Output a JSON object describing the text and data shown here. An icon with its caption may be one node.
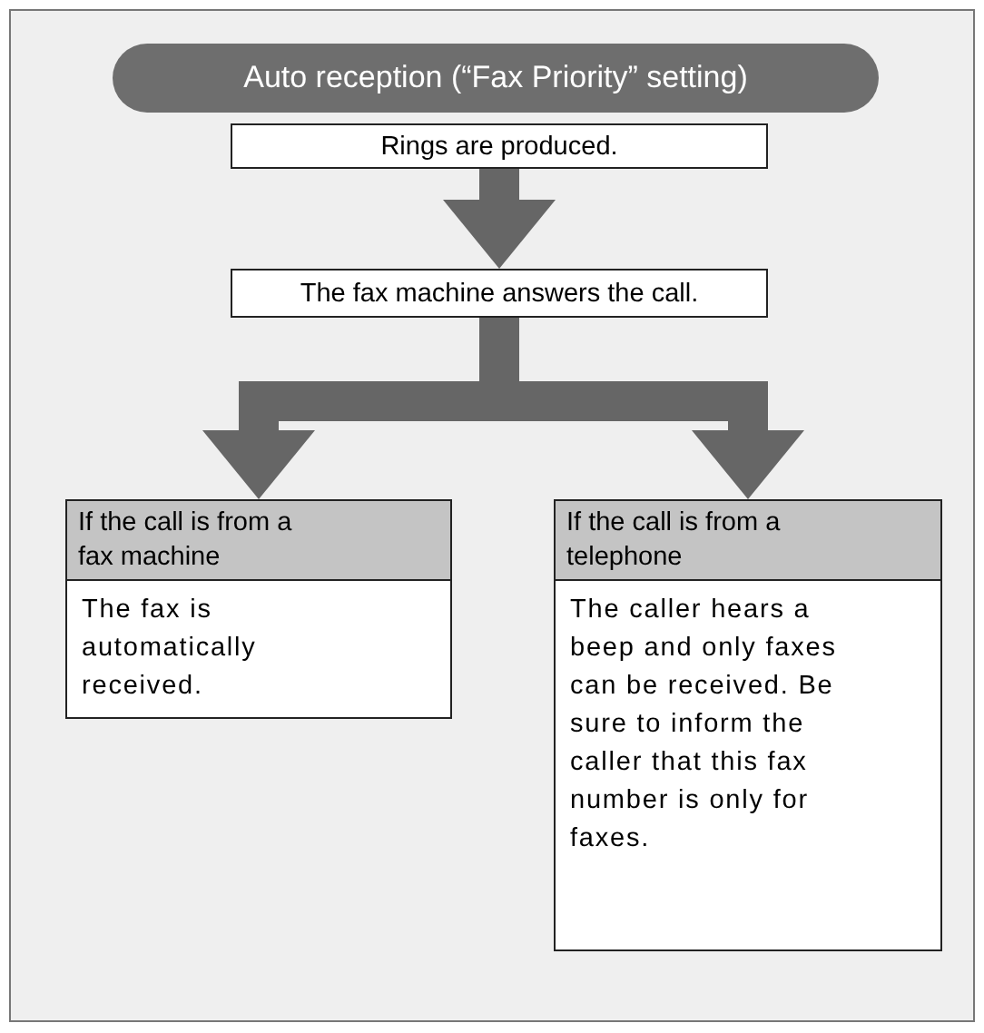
{
  "diagram": {
    "nodes": [
      {
        "text": [
          "Auto reception (“Fax Priority” setting)"
        ]
      },
      {
        "text": [
          "Rings are produced."
        ]
      },
      {
        "text": [
          "The fax machine answers the call."
        ]
      },
      {
        "text": [
          "If the call is from a fax machine"
        ]
      },
      {
        "text": [
          "The fax is automatically received."
        ]
      },
      {
        "text": [
          "If the call is from a telephone"
        ]
      },
      {
        "text": [
          "The caller hears a beep and only faxes can be received. Be sure to inform the caller that this fax number is only for faxes."
        ]
      }
    ],
    "edges": [
      {
        "from": 1,
        "to": 2,
        "arrow": "to"
      },
      {
        "from": 2,
        "to": 3,
        "arrow": "to"
      },
      {
        "from": 2,
        "to": 5,
        "arrow": "to"
      }
    ]
  }
}
